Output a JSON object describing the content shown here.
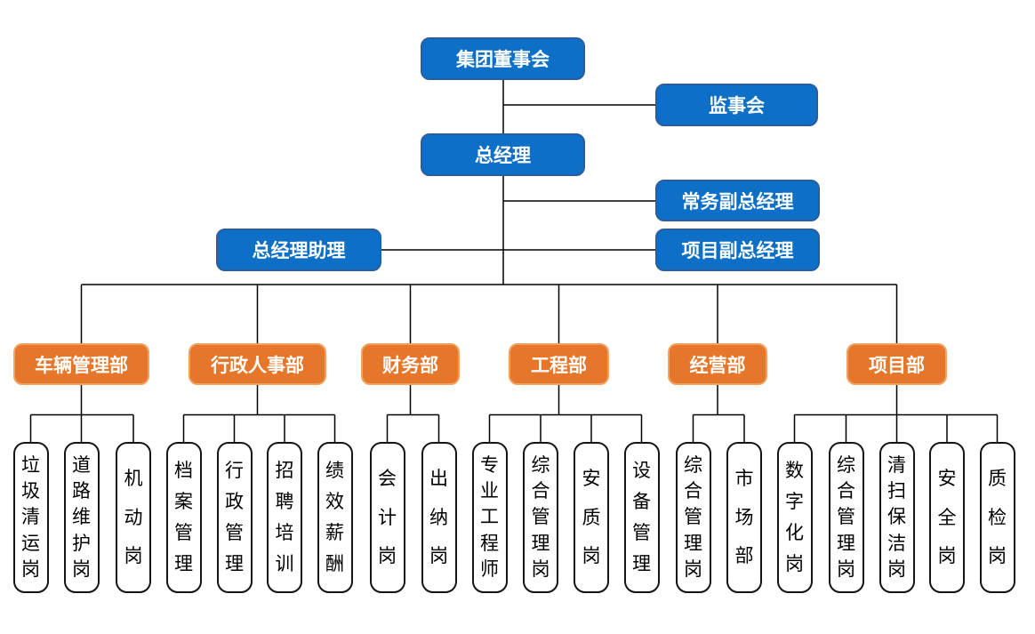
{
  "nodes": {
    "board": "集团董事会",
    "supervisory": "监事会",
    "general_manager": "总经理",
    "executive_deputy_gm": "常务副总经理",
    "gm_assistant": "总经理助理",
    "project_deputy_gm": "项目副总经理"
  },
  "departments": [
    {
      "label": "车辆管理部",
      "positions": [
        "垃圾清运岗",
        "道路维护岗",
        "机动岗"
      ]
    },
    {
      "label": "行政人事部",
      "positions": [
        "档案管理",
        "行政管理",
        "招聘培训",
        "绩效薪酬"
      ]
    },
    {
      "label": "财务部",
      "positions": [
        "会计岗",
        "出纳岗"
      ]
    },
    {
      "label": "工程部",
      "positions": [
        "专业工程师",
        "综合管理岗",
        "安质岗",
        "设备管理"
      ]
    },
    {
      "label": "经营部",
      "positions": [
        "综合管理岗",
        "市场部"
      ]
    },
    {
      "label": "项目部",
      "positions": [
        "数字化岗",
        "综合管理岗",
        "清扫保洁岗",
        "安全岗",
        "质检岗"
      ]
    }
  ],
  "colors": {
    "executive_box_fill": "#0d6fc5",
    "executive_box_border": "#2a5d9f",
    "department_box_fill": "#e6772a",
    "department_box_border": "#f0a263",
    "position_box_border": "#141414",
    "connector_line": "#000000",
    "text_on_color": "#ffffff",
    "text_on_white": "#000000"
  }
}
